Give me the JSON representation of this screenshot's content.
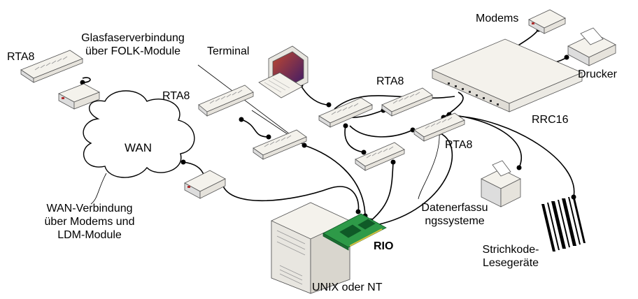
{
  "labels": {
    "rta8_top_left": "RTA8",
    "glasfaser_line1": "Glasfaserverbindung",
    "glasfaser_line2": "über FOLK-Module",
    "terminal": "Terminal",
    "modems": "Modems",
    "drucker": "Drucker",
    "rta8_center": "RTA8",
    "rta8_mid": "RTA8",
    "rrc16": "RRC16",
    "rta8_right": "RTA8",
    "wan": "WAN",
    "wan_verbindung_line1": "WAN-Verbindung",
    "wan_verbindung_line2": "über Modems und",
    "wan_verbindung_line3": "LDM-Module",
    "daten_line1": "Datenerfassu",
    "daten_line2": "ngssysteme",
    "rio": "RIO",
    "strich_line1": "Strichkode-",
    "strich_line2": "Lesegeräte",
    "unix": "UNIX oder NT"
  },
  "colors": {
    "device_fill": "#f4f2ec",
    "device_stroke": "#555555",
    "cable": "#000000",
    "board": "#2e9a48",
    "board_chip": "#0f5a27",
    "port_red": "#b03030",
    "screen": "#6a2a7a"
  }
}
